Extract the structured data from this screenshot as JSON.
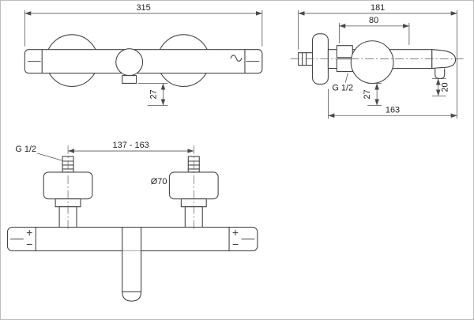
{
  "drawing": {
    "shower_front": {
      "width_label": "315",
      "outlet_offset_label": "27"
    },
    "shower_side": {
      "depth_label": "181",
      "wall_to_valve_label": "80",
      "thread_label": "G 1/2",
      "dial_offset_label": "27",
      "outlet_drop_label": "20",
      "wall_to_tip_label": "163"
    },
    "bath_front": {
      "center_distance_label": "137 - 163",
      "thread_label": "G 1/2",
      "escutcheon_diameter_label": "Ø70"
    }
  }
}
